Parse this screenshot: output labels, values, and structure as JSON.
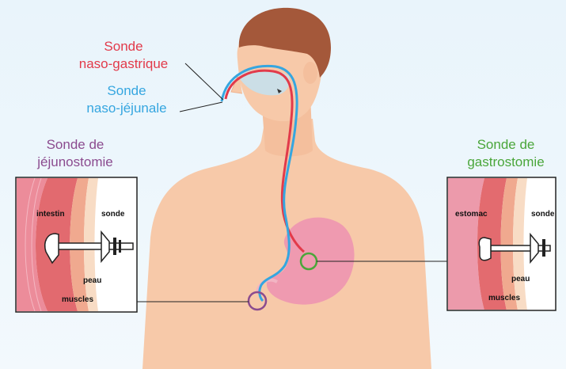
{
  "labels": {
    "naso_gastrique": [
      "Sonde",
      "naso-gastrique"
    ],
    "naso_jejunale": [
      "Sonde",
      "naso-jéjunale"
    ],
    "jejunostomie": [
      "Sonde de",
      "jéjunostomie"
    ],
    "gastrostomie": [
      "Sonde de",
      "gastrostomie"
    ]
  },
  "left_inset": {
    "intestin": "intestin",
    "sonde": "sonde",
    "peau": "peau",
    "muscles": "muscles"
  },
  "right_inset": {
    "estomac": "estomac",
    "sonde": "sonde",
    "peau": "peau",
    "muscles": "muscles"
  },
  "colors": {
    "naso_gastrique": "#e23a4a",
    "naso_jejunale": "#35a6e0",
    "jejunostomie": "#8b4b8f",
    "gastrostomie": "#4aa63a",
    "skin": "#f7c9a9",
    "hair": "#a4583a",
    "stomach": "#ef9ab0"
  },
  "icons": [
    "ballon-icon",
    "bouton-icon"
  ]
}
